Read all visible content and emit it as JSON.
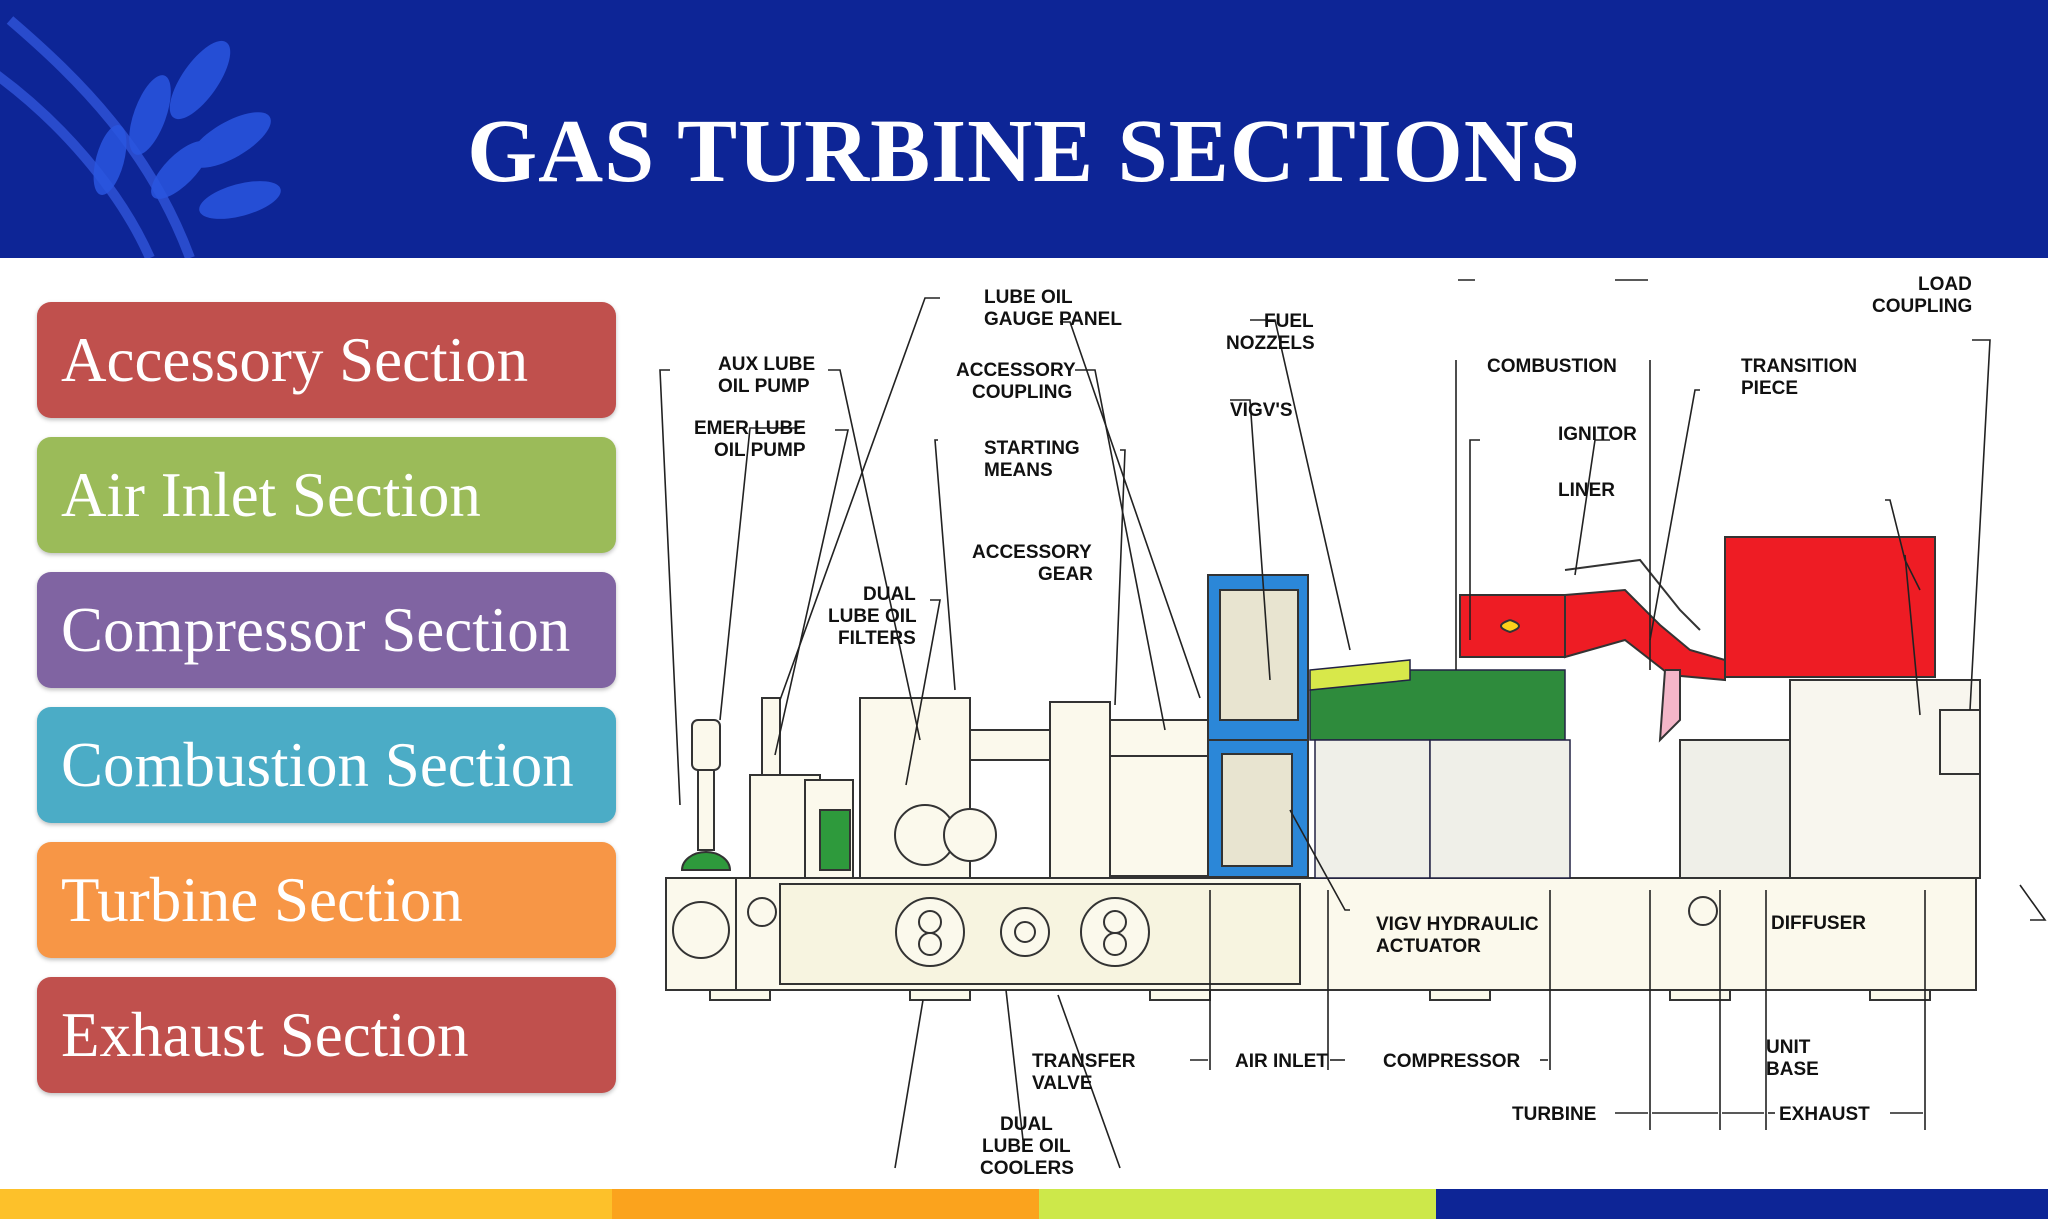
{
  "title": "GAS TURBINE SECTIONS",
  "colors": {
    "header_bg": "#0d2596",
    "accessory": "#c0504d",
    "air_inlet": "#9bbb59",
    "compressor": "#8064a2",
    "combustion": "#4bacc6",
    "turbine": "#f79646",
    "exhaust": "#c0504d"
  },
  "sections": [
    {
      "label": "Accessory Section",
      "color": "#c0504d"
    },
    {
      "label": "Air Inlet Section",
      "color": "#9bbb59"
    },
    {
      "label": "Compressor Section",
      "color": "#8064a2"
    },
    {
      "label": "Combustion Section",
      "color": "#4bacc6"
    },
    {
      "label": "Turbine Section",
      "color": "#f79646"
    },
    {
      "label": "Exhaust Section",
      "color": "#c0504d"
    }
  ],
  "diagram_labels": {
    "lube_oil_gauge_panel_1": "LUBE OIL",
    "lube_oil_gauge_panel_2": "GAUGE PANEL",
    "aux_lube_oil_pump_1": "AUX LUBE",
    "aux_lube_oil_pump_2": "OIL PUMP",
    "emer_lube_oil_pump_1": "EMER LUBE",
    "emer_lube_oil_pump_2": "OIL PUMP",
    "accessory_coupling_1": "ACCESSORY",
    "accessory_coupling_2": "COUPLING",
    "starting_means_1": "STARTING",
    "starting_means_2": "MEANS",
    "accessory_gear_1": "ACCESSORY",
    "accessory_gear_2": "GEAR",
    "dual_filters_1": "DUAL",
    "dual_filters_2": "LUBE OIL",
    "dual_filters_3": "FILTERS",
    "fuel_nozzels_1": "FUEL",
    "fuel_nozzels_2": "NOZZELS",
    "vigvs": "VIGV'S",
    "combustion": "COMBUSTION",
    "ignitor": "IGNITOR",
    "liner": "LINER",
    "transition_1": "TRANSITION",
    "transition_2": "PIECE",
    "load_coupling_1": "LOAD",
    "load_coupling_2": "COUPLING",
    "vigv_actuator_1": "VIGV HYDRAULIC",
    "vigv_actuator_2": "ACTUATOR",
    "diffuser": "DIFFUSER",
    "unit_base_1": "UNIT",
    "unit_base_2": "BASE",
    "transfer_valve_1": "TRANSFER",
    "transfer_valve_2": "VALVE",
    "air_inlet": "AIR INLET",
    "compressor": "COMPRESSOR",
    "turbine": "TURBINE",
    "exhaust": "EXHAUST",
    "dual_coolers_1": "DUAL",
    "dual_coolers_2": "LUBE OIL",
    "dual_coolers_3": "COOLERS"
  },
  "footer_colors": [
    "#fdc12a",
    "#fba31d",
    "#cde84a",
    "#0d2596"
  ]
}
